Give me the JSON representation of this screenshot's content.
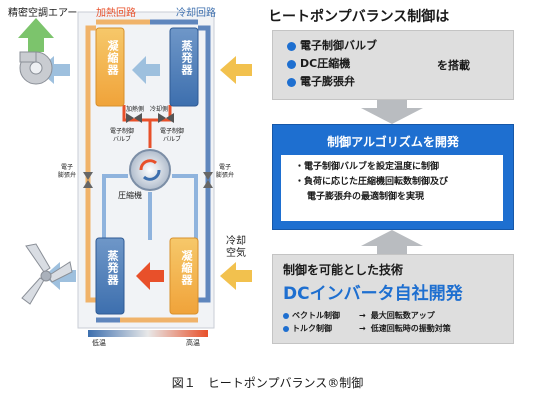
{
  "diagram": {
    "label_air_out": "精密空調エアー",
    "label_heat_circuit": "加熱回路",
    "label_cool_circuit": "冷却回路",
    "coil_condenser_left": "凝縮器",
    "coil_evaporator_top": "蒸発器",
    "coil_evaporator_bottom": "蒸発器",
    "coil_condenser_bottom": "凝縮器",
    "label_heating": "加熱側",
    "label_cooling": "冷却側",
    "label_valve_left": "電子制御\nバルブ",
    "label_valve_right": "電子制御\nバルブ",
    "label_compressor": "圧縮機",
    "label_exp_left": "電子\n膨張弁",
    "label_exp_right": "電子\n膨張弁",
    "label_cool_air": "冷却\n空気",
    "label_low_temp": "低温",
    "label_high_temp": "高温"
  },
  "panel": {
    "title": "ヒートポンプバランス制御は",
    "items": [
      "電子制御バルブ",
      "DC圧縮機",
      "電子膨張弁"
    ],
    "tosai": "を搭載",
    "algo_title": "制御アルゴリズムを開発",
    "algo_lines": [
      "・電子制御バルブを設定温度に制御",
      "・負荷に応じた圧縮機回転数制御及び",
      "電子膨張弁の最適制御を実現"
    ],
    "tech_title": "制御を可能とした技術",
    "tech_big": "DCインバータ自社開発",
    "tech_rows": [
      {
        "name": "ベクトル制御",
        "arrow": "→",
        "desc": "最大回転数アップ"
      },
      {
        "name": "トルク制御",
        "arrow": "→",
        "desc": "低速回転時の振動対策"
      }
    ]
  },
  "caption": "図１　ヒートポンプバランス®制御",
  "colors": {
    "hot": "#e8502a",
    "cold": "#3d6fae",
    "accent": "#1e6fd0",
    "arrow_green": "#7cc46c",
    "arrow_blue": "#9ec0de",
    "arrow_yellow": "#f2c14e"
  }
}
